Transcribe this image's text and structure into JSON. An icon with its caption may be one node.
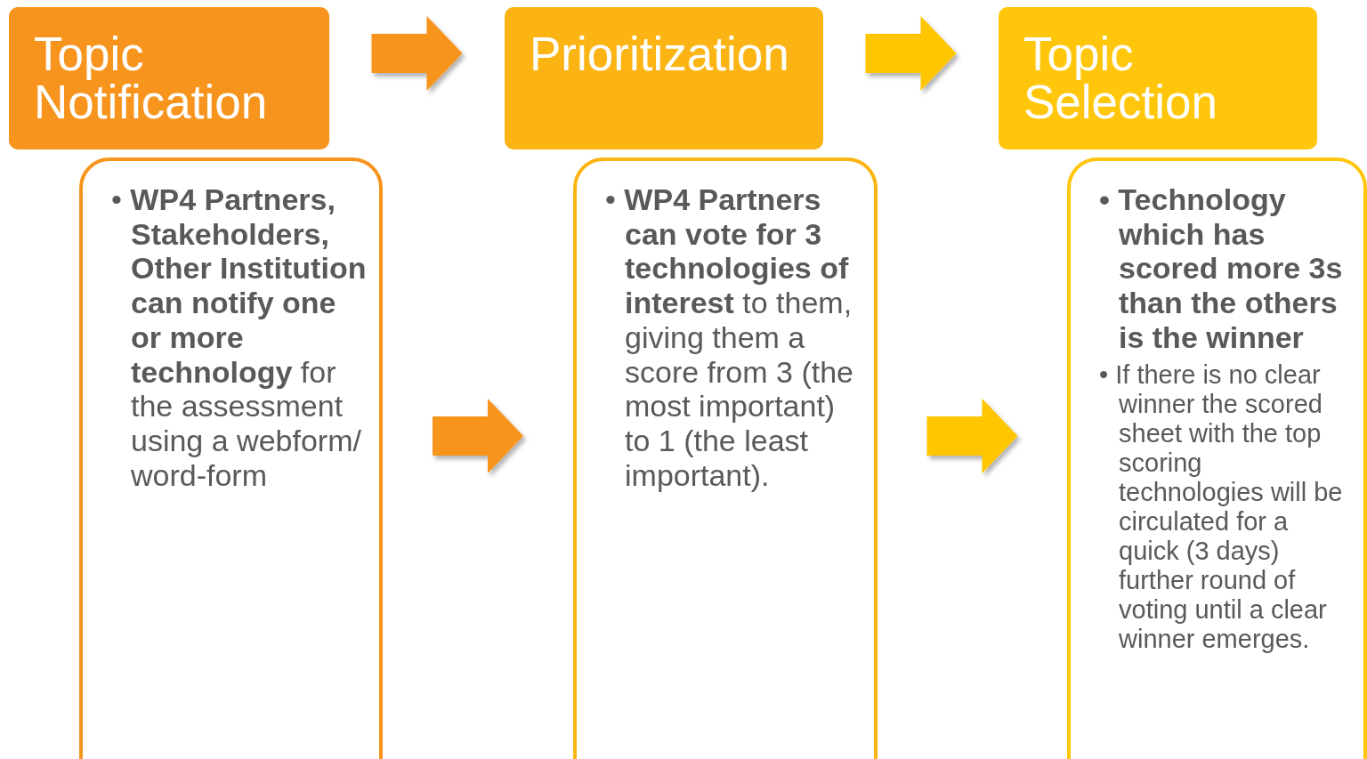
{
  "diagram": {
    "nodes": [
      {
        "text": [
          "Topic Notification"
        ]
      },
      {
        "text": [
          "• **WP4 Partners, Stakeholders, Other Institution can notify one or more technology** for the assessment using a webform/ word-form"
        ]
      },
      {
        "text": [
          "Prioritization"
        ]
      },
      {
        "text": [
          "• **WP4 Partners can vote for 3 technologies of interest** to them, giving them a score from 3 (the most important) to 1 (the least important)."
        ]
      },
      {
        "text": [
          "Topic Selection"
        ]
      },
      {
        "text": [
          "• Technology which has scored more 3s than the others is the winner",
          "• If there is no clear winner the scored sheet with the top scoring technologies will be circulated for a quick (3 days) further round of voting until a clear winner emerges."
        ]
      }
    ],
    "edges": [
      {
        "from": 0,
        "to": 2,
        "arrow": "to",
        "color": "#f7941d"
      },
      {
        "from": 2,
        "to": 4,
        "arrow": "to",
        "color": "#ffc600"
      },
      {
        "from": 1,
        "to": 3,
        "arrow": "to",
        "color": "#f7941d"
      },
      {
        "from": 3,
        "to": 5,
        "arrow": "to",
        "color": "#ffc600"
      }
    ]
  }
}
